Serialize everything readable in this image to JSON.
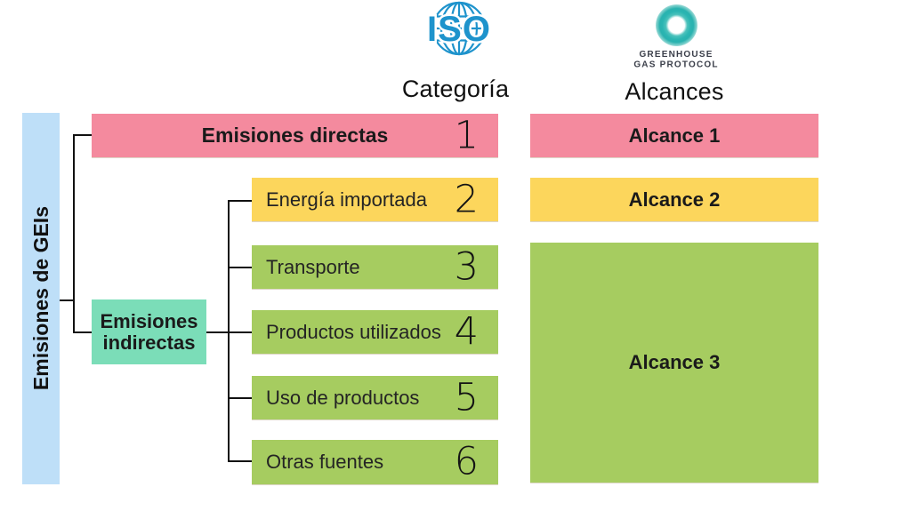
{
  "logos": {
    "iso": {
      "label": "ISO",
      "color": "#1e93cc"
    },
    "ghg": {
      "line1": "GREENHOUSE",
      "line2": "GAS PROTOCOL",
      "circle_color": "#2ab5b2",
      "text_color": "#3a3e49"
    }
  },
  "headers": {
    "category": "Categoría",
    "scopes": "Alcances"
  },
  "sidebar": {
    "label": "Emisiones de GEIs",
    "color": "#bedff8"
  },
  "tree": {
    "indirect_label": "Emisiones indirectas",
    "indirect_line1": "Emisiones",
    "indirect_line2": "indirectas",
    "indirect_color": "#7bddb8"
  },
  "colors": {
    "pink": "#f48a9e",
    "yellow": "#fcd65c",
    "green": "#a6cc60",
    "blue_bar": "#bedff8",
    "teal": "#7bddb8"
  },
  "categories": [
    {
      "number": "1",
      "label": "Emisiones directas",
      "color": "#f48a9e"
    },
    {
      "number": "2",
      "label": "Energía importada",
      "color": "#fcd65c"
    },
    {
      "number": "3",
      "label": "Transporte",
      "color": "#a6cc60"
    },
    {
      "number": "4",
      "label": "Productos utilizados",
      "color": "#a6cc60"
    },
    {
      "number": "5",
      "label": "Uso de productos",
      "color": "#a6cc60"
    },
    {
      "number": "6",
      "label": "Otras fuentes",
      "color": "#a6cc60"
    }
  ],
  "scopes": [
    {
      "label": "Alcance 1",
      "color": "#f48a9e"
    },
    {
      "label": "Alcance 2",
      "color": "#fcd65c"
    },
    {
      "label": "Alcance 3",
      "color": "#a6cc60"
    }
  ]
}
